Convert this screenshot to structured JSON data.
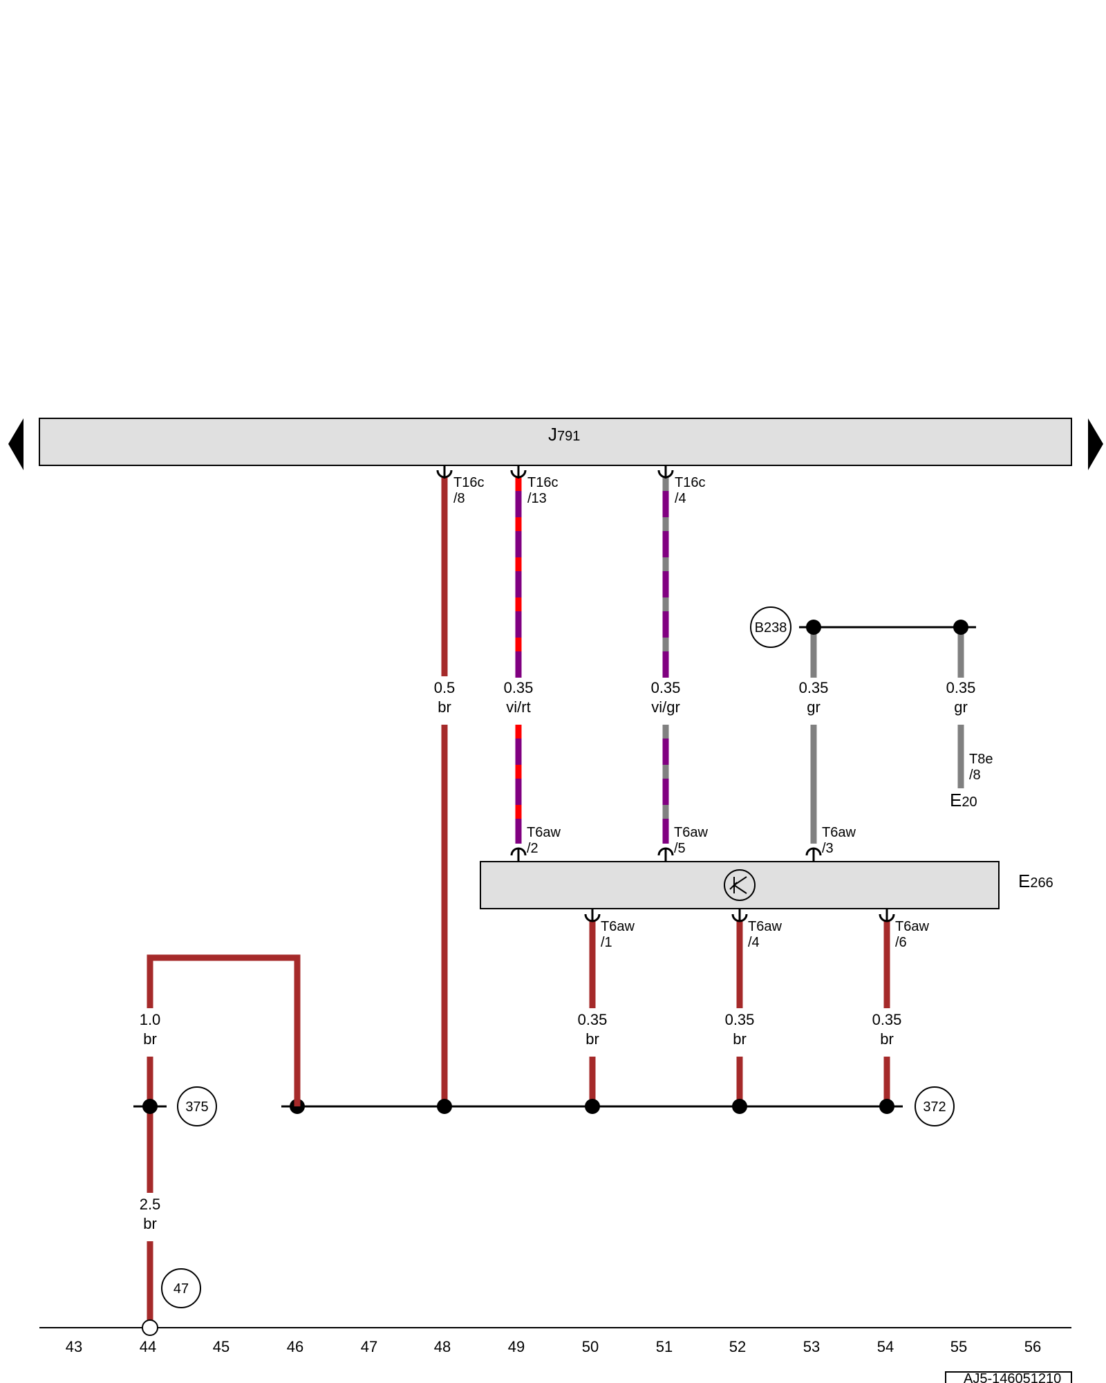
{
  "components": {
    "j791": {
      "prefix": "J",
      "sub": "791"
    },
    "e266": {
      "prefix": "E",
      "sub": "266"
    },
    "e20": {
      "prefix": "E",
      "sub": "20"
    }
  },
  "wires": {
    "w48": {
      "size": "0.5",
      "color": "br",
      "pin_name": "T16c",
      "pin_no": "/8"
    },
    "w49": {
      "size": "0.35",
      "color": "vi/rt",
      "pin_name": "T16c",
      "pin_no": "/13",
      "lower_pin_name": "T6aw",
      "lower_pin_no": "/2"
    },
    "w51": {
      "size": "0.35",
      "color": "vi/gr",
      "pin_name": "T16c",
      "pin_no": "/4",
      "lower_pin_name": "T6aw",
      "lower_pin_no": "/5"
    },
    "w53": {
      "size": "0.35",
      "color": "gr",
      "lower_pin_name": "T6aw",
      "lower_pin_no": "/3"
    },
    "w55": {
      "size": "0.35",
      "color": "gr",
      "lower_pin_name": "T8e",
      "lower_pin_no": "/8"
    },
    "w50": {
      "size": "0.35",
      "color": "br",
      "pin_name": "T6aw",
      "pin_no": "/1"
    },
    "w52": {
      "size": "0.35",
      "color": "br",
      "pin_name": "T6aw",
      "pin_no": "/4"
    },
    "w54": {
      "size": "0.35",
      "color": "br",
      "pin_name": "T6aw",
      "pin_no": "/6"
    },
    "w44a": {
      "size": "1.0",
      "color": "br"
    },
    "w44b": {
      "size": "2.5",
      "color": "br"
    }
  },
  "circles": {
    "b238": "B238",
    "c375": "375",
    "c372": "372",
    "c47": "47"
  },
  "axis": [
    "43",
    "44",
    "45",
    "46",
    "47",
    "48",
    "49",
    "50",
    "51",
    "52",
    "53",
    "54",
    "55",
    "56"
  ],
  "reference": "AJ5-146051210",
  "colors": {
    "brown": "#a52a2a",
    "violet": "#800080",
    "red": "#ff0000",
    "grey": "#808080",
    "component_fill": "#e0e0e0"
  }
}
